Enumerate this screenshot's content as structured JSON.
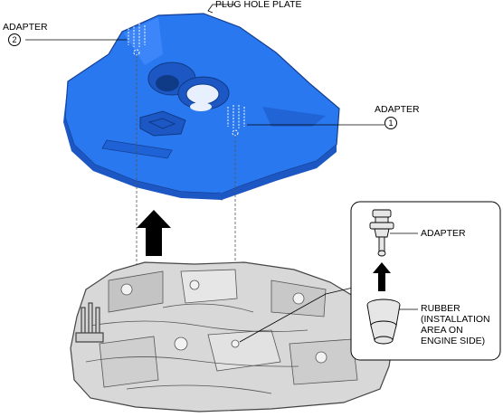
{
  "labels": {
    "plug_hole_plate": "PLUG HOLE PLATE",
    "adapter_top_left": "ADAPTER",
    "adapter_right": "ADAPTER",
    "inset_adapter": "ADAPTER",
    "inset_rubber_lines": [
      "RUBBER",
      "(INSTALLATION",
      "AREA ON",
      "ENGINE SIDE)"
    ]
  },
  "callouts": {
    "left_number": "2",
    "right_number": "1"
  },
  "colors": {
    "plate_fill": "#2a78f0",
    "plate_dark": "#1c57c4",
    "plate_hole": "#0f3a86",
    "engine_fill": "#d8d8d8",
    "engine_line": "#444444",
    "arrow": "#000000"
  }
}
